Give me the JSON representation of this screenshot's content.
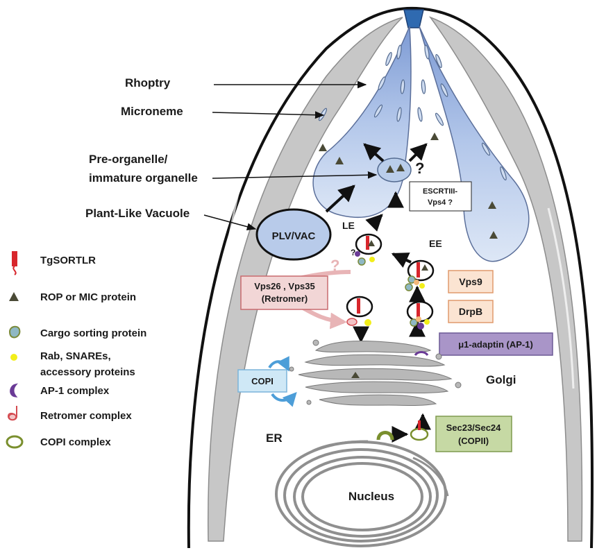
{
  "labels": {
    "rhoptry": "Rhoptry",
    "microneme": "Microneme",
    "pre_organelle_1": "Pre-organelle/",
    "pre_organelle_2": "immature organelle",
    "plant_like_vacuole": "Plant-Like Vacuole",
    "plv_vac": "PLV/VAC",
    "le": "LE",
    "ee": "EE",
    "escrt_1": "ESCRTIII-",
    "escrt_2": "Vps4 ?",
    "question": "?",
    "vps26_1": "Vps26 , Vps35",
    "vps26_2": "(Retromer)",
    "vps9": "Vps9",
    "drpb": "DrpB",
    "ap1": "μ1-adaptin (AP-1)",
    "copi": "COPI",
    "golgi": "Golgi",
    "er": "ER",
    "sec_1": "Sec23/Sec24",
    "sec_2": "(COPII)",
    "nucleus": "Nucleus"
  },
  "legend": [
    {
      "icon": "sortilin-receptor-icon",
      "label": "TgSORTLR"
    },
    {
      "icon": "rop-mic-protein-icon",
      "label": "ROP or MIC protein"
    },
    {
      "icon": "cargo-sorting-protein-icon",
      "label": "Cargo  sorting  protein"
    },
    {
      "icon": "rab-snare-icon",
      "label": "Rab, SNAREs,",
      "label2": "accessory proteins"
    },
    {
      "icon": "ap1-complex-icon",
      "label": "AP-1 complex"
    },
    {
      "icon": "retromer-complex-icon",
      "label": "Retromer complex"
    },
    {
      "icon": "copi-complex-icon",
      "label": "COPI complex"
    }
  ],
  "colors": {
    "receptor_red": "#d8262c",
    "triangle": "#4a4a36",
    "cargo_fill": "#8fb8c4",
    "cargo_edge": "#7a8a3a",
    "yellow": "#f2ee1a",
    "purple": "#6a3a96",
    "retromer_pink": "#e68a8e",
    "copi_green": "#7a8f2e",
    "organelle_blue": "#b9cdea",
    "vacuole_blue": "#b8cbea",
    "golgi_gray": "#b8b8b8",
    "vps26_fill": "#f2d6d6",
    "vps_fill": "#fbe4d2",
    "ap1_fill": "#a995c8",
    "copi_fill": "#cfe8f6",
    "sec_fill": "#c6d9a4"
  }
}
